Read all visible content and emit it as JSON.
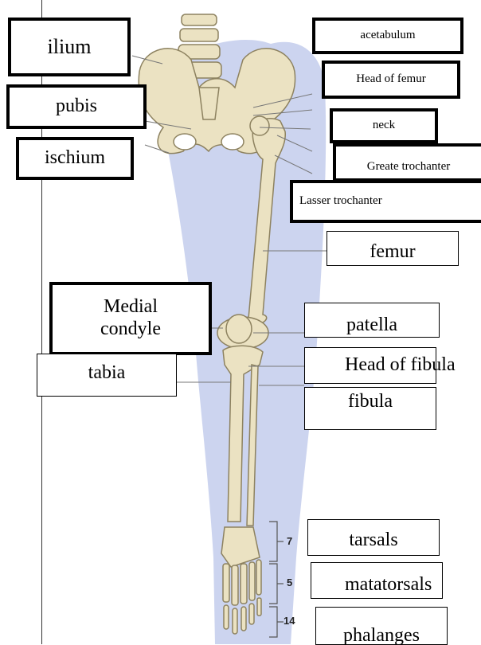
{
  "labels": {
    "ilium": "ilium",
    "acetabulum": "acetabulum",
    "head_of_femur": "Head of femur",
    "pubis": "pubis",
    "neck": "neck",
    "ischium": "ischium",
    "greater_trochanter": "Greate trochanter",
    "lesser_trochanter": "Lasser trochanter",
    "femur": "femur",
    "medial_condyle": "Medial\ncondyle",
    "patella": "patella",
    "head_of_fibula": "Head of fibula",
    "tibia": "tabia",
    "fibula": "fibula",
    "tarsals": "tarsals",
    "metatarsals": "matatorsals",
    "phalanges": "phalanges"
  },
  "bone_counts": {
    "tarsals": "7",
    "metatarsals": "5",
    "phalanges": "14"
  },
  "colors": {
    "bone": "#ebe2c2",
    "bone_outline": "#8d8260",
    "shadow": "#c3ccec",
    "box_border": "#000000"
  }
}
